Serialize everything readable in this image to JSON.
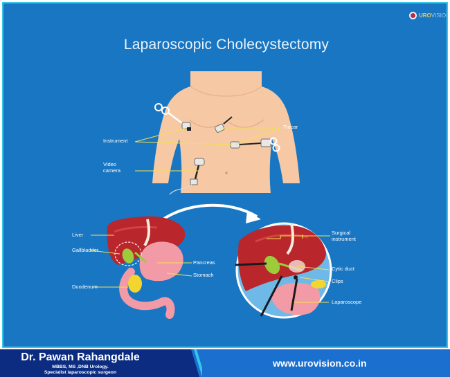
{
  "title": "Laparoscopic Cholecystectomy",
  "logo": {
    "main": "URO",
    "suffix": "VISION"
  },
  "labels": {
    "trocar": "Trocar",
    "instrument": "Instrument",
    "video_camera_1": "Video",
    "video_camera_2": "camera",
    "liver": "Liver",
    "gallbladder": "Gallbladder",
    "pancreas": "Pancreas",
    "stomach": "Stomach",
    "duodenum": "Duodenum",
    "surgical_instrument_1": "Surgical",
    "surgical_instrument_2": "instrument",
    "cystic_duct": "Cytic duct",
    "clips": "Clips",
    "laparoscope": "Laparoscope"
  },
  "footer": {
    "doctor_name": "Dr. Pawan Rahangdale",
    "qualification": "MBBS,  MS ,DNB Urology.",
    "specialty": "Specialist laparoscopic surgeon",
    "website": "www.urovision.co.in"
  },
  "colors": {
    "background": "#1976c2",
    "border": "#35c6e8",
    "skin": "#f6c9a4",
    "liver": "#b9262b",
    "gallbladder": "#9ccc3a",
    "stomach": "#f29aa6",
    "leader": "#f4e04d",
    "footer_dark": "#0b2c80",
    "footer_light": "#1a6fcf"
  }
}
